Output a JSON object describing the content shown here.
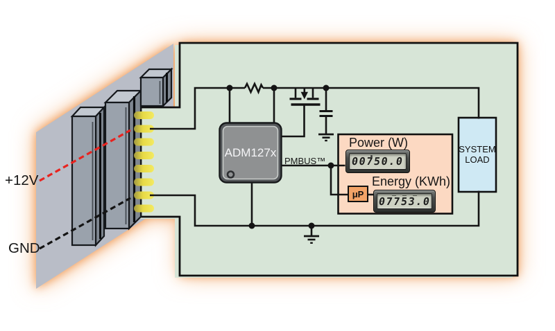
{
  "power_input": {
    "positive_label": "+12V",
    "ground_label": "GND"
  },
  "chip": {
    "part_number": "ADM127x",
    "bus_label": "PMBUS™"
  },
  "monitor_panel": {
    "power_label": "Power (W)",
    "power_reading": "00750.0",
    "energy_label": "Energy (KWh)",
    "energy_reading": "07753.0",
    "processor_label": "μP"
  },
  "system_load": {
    "line1": "SYSTEM",
    "line2": "LOAD"
  },
  "colors": {
    "board_green": "#d7e5d7",
    "backplane_gray": "#b9bdc7",
    "panel_pink": "#fcd9c2",
    "load_blue": "#cfe9f4",
    "micro_orange": "#f2a367",
    "glow_orange": "#ee9751",
    "pin_yellow": "#e7da45",
    "wire_black": "#141414",
    "dashed_red": "#e8231f"
  }
}
